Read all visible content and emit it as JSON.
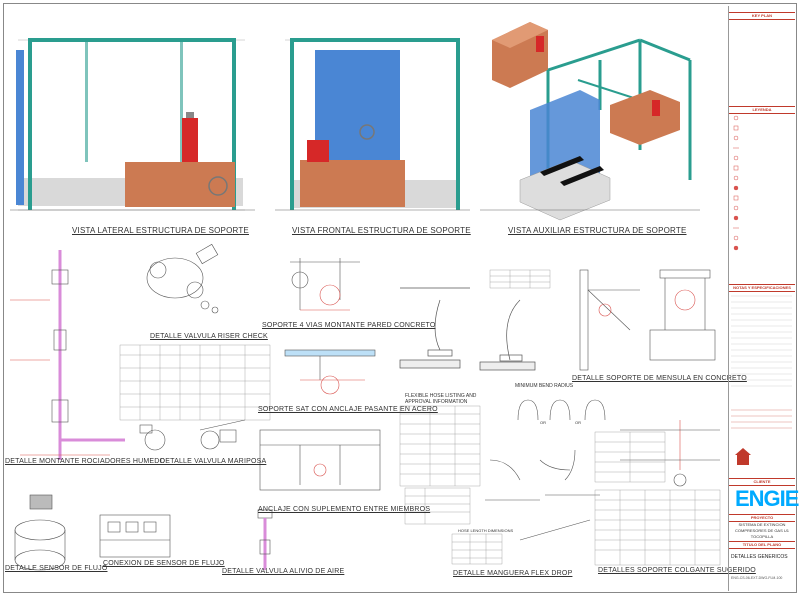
{
  "views": {
    "lateral": "VISTA LATERAL ESTRUCTURA DE SOPORTE",
    "frontal": "VISTA FRONTAL ESTRUCTURA DE SOPORTE",
    "auxiliar": "VISTA AUXILIAR ESTRUCTURA DE SOPORTE"
  },
  "details": {
    "riser_check": "DETALLE VALVULA RISER CHECK",
    "soporte_4_vias": "SOPORTE 4 VIAS MONTANTE PARED CONCRETO",
    "soporte_sat": "SOPORTE SAT CON ANCLAJE PASANTE EN ACERO",
    "montante": "DETALLE MONTANTE ROCIADORES HUMEDO",
    "mariposa": "DETALLE VALVULA MARIPOSA",
    "anclaje": "ANCLAJE CON SUPLEMENTO ENTRE MIEMBROS",
    "sensor_flujo": "DETALLE SENSOR DE FLUJO",
    "conexion_sensor": "CONEXION DE SENSOR DE FLUJO",
    "alivio_aire": "DETALLE VALVULA ALIVIO DE AIRE",
    "manguera": "DETALLE MANGUERA FLEX DROP",
    "mensula": "DETALLE SOPORTE DE MENSULA EN CONCRETO",
    "colgante": "DETALLES SOPORTE COLGANTE SUGERIDO",
    "flex_hose": "FLEXIBLE HOSE LISTING AND",
    "approval": "APPROVAL INFORMATION",
    "min_bend": "MINIMUM BEND RADIUS",
    "hose_length": "HOSE LENGTH DIMENSIONS",
    "or1": "OR",
    "or2": "OR"
  },
  "title_block": {
    "key_plan": "KEY PLAN",
    "leyenda": "LEYENDA",
    "notas": "NOTAS Y ESPECIFICACIONES",
    "cliente": "CLIENTE",
    "engie": "ENGIE",
    "proyecto": "PROYECTO",
    "proyecto_l1": "SISTEMA DE EXTINCION",
    "proyecto_l2": "COMPRESORES DE GAS U1",
    "proyecto_l3": "TOCOPILLA",
    "titulo_label": "TITULO DEL PLANO",
    "titulo": "DETALLES GENERICOS",
    "plano": "ENG-CS-06-EXT-DWG-FLM-100"
  },
  "colors": {
    "steel": "#2a9d8f",
    "concrete": "#cc7a52",
    "enclosure": "#4a86d4",
    "valve": "#d62828",
    "line": "#444444",
    "red_line": "#d9534f",
    "pink": "#d98cd9"
  }
}
